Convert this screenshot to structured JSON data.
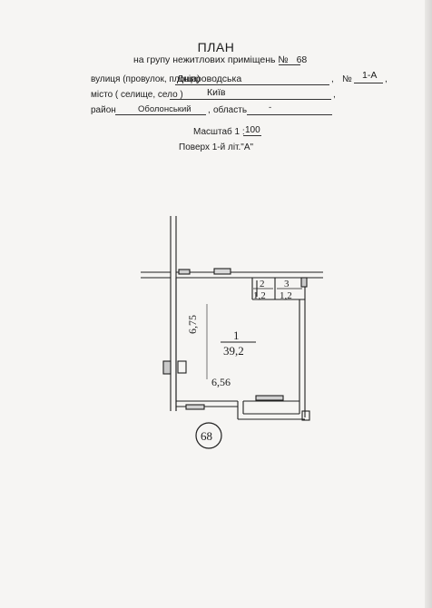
{
  "header": {
    "title": "ПЛАН",
    "subtitle": "на групу нежитлових приміщень №",
    "group_number": "68"
  },
  "address": {
    "street_label": "вулиця (провулок, площа)",
    "street_value": "Дніпроводська",
    "number_label": "№",
    "number_value": "1-А",
    "city_label": "місто ( селище, село )",
    "city_value": "Київ",
    "district_label": "район",
    "district_value": "Оболонський",
    "region_label": "область",
    "region_value": "-",
    "comma": ","
  },
  "scale": {
    "label": "Масштаб 1 :",
    "value": "100"
  },
  "floor": "Поверх 1-й літ.\"А\"",
  "plan": {
    "dim_height": "6,75",
    "dim_width": "6,56",
    "room1_number": "1",
    "room1_area": "39,2",
    "room2_number": "2",
    "room2_area": "1,2",
    "room3_number": "3",
    "room3_area": "1,2",
    "unit_label": "68"
  }
}
